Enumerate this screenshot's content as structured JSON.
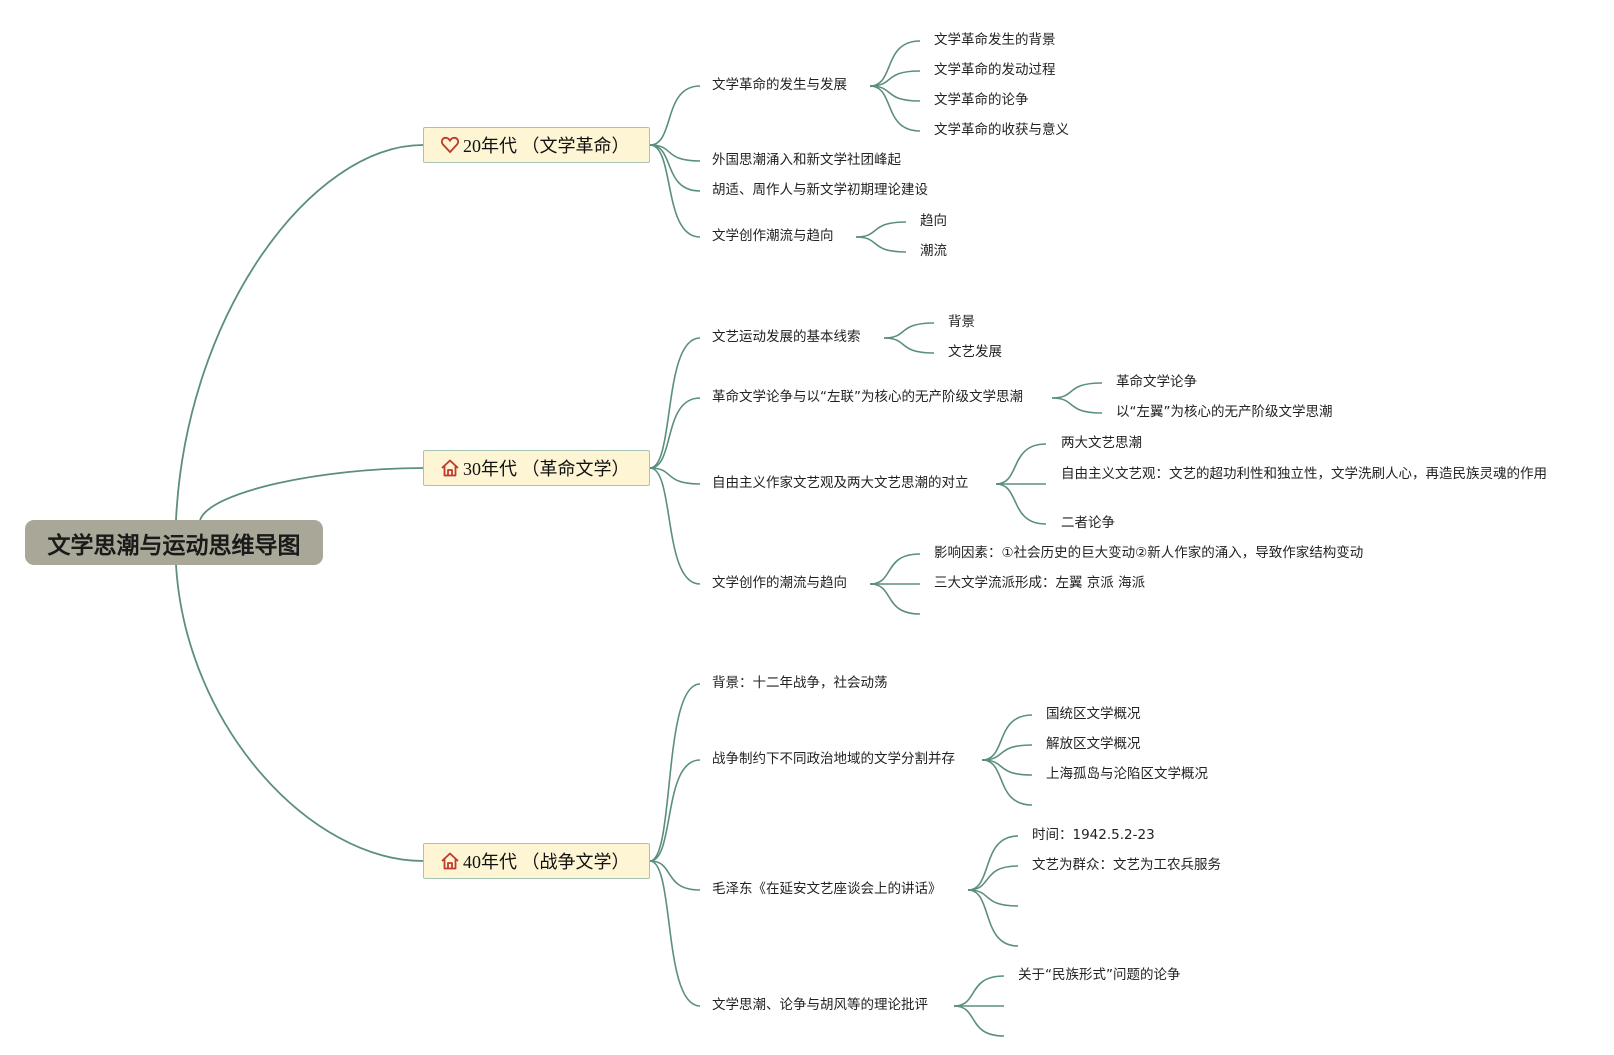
{
  "root": {
    "title": "文学思潮与运动思维导图"
  },
  "branches": [
    {
      "label": "20年代 （文学革命）",
      "icon": "heart-icon",
      "children": [
        {
          "label": "文学革命的发生与发展",
          "children": [
            "文学革命发生的背景",
            "文学革命的发动过程",
            "文学革命的论争",
            "文学革命的收获与意义"
          ]
        },
        {
          "label": "外国思潮涌入和新文学社团峰起",
          "children": []
        },
        {
          "label": "胡适、周作人与新文学初期理论建设",
          "children": []
        },
        {
          "label": "文学创作潮流与趋向",
          "children": [
            "趋向",
            "潮流"
          ]
        }
      ]
    },
    {
      "label": "30年代 （革命文学）",
      "icon": "home-icon",
      "children": [
        {
          "label": "文艺运动发展的基本线索",
          "children": [
            "背景",
            "文艺发展"
          ]
        },
        {
          "label": "革命文学论争与以“左联”为核心的无产阶级文学思潮",
          "children": [
            "革命文学论争",
            "以“左翼”为核心的无产阶级文学思潮"
          ]
        },
        {
          "label": "自由主义作家文艺观及两大文艺思潮的对立",
          "children": [
            "两大文艺思潮",
            "自由主义文艺观：文艺的超功利性和独立性，文学洗刷人心，再造民族灵魂的作用",
            "二者论争"
          ]
        },
        {
          "label": "文学创作的潮流与趋向",
          "children": [
            "影响因素：①社会历史的巨大变动②新人作家的涌入，导致作家结构变动",
            "三大文学流派形成：左翼 京派 海派",
            ""
          ]
        }
      ]
    },
    {
      "label": "40年代 （战争文学）",
      "icon": "home-icon",
      "children": [
        {
          "label": "背景：十二年战争，社会动荡",
          "children": []
        },
        {
          "label": "战争制约下不同政治地域的文学分割并存",
          "children": [
            "国统区文学概况",
            "解放区文学概况",
            "上海孤岛与沦陷区文学概况",
            ""
          ]
        },
        {
          "label": "毛泽东《在延安文艺座谈会上的讲话》",
          "children": [
            "时间：1942.5.2-23",
            "文艺为群众：文艺为工农兵服务",
            "",
            ""
          ]
        },
        {
          "label": "文学思潮、论争与胡风等的理论批评",
          "children": [
            "关于“民族形式”问题的论争",
            "",
            ""
          ]
        }
      ]
    }
  ],
  "colors": {
    "line": "#5b8f7b",
    "root_bg": "#a9a898",
    "branch_bg": "#fdf5d3",
    "icon": "#c0392b"
  }
}
